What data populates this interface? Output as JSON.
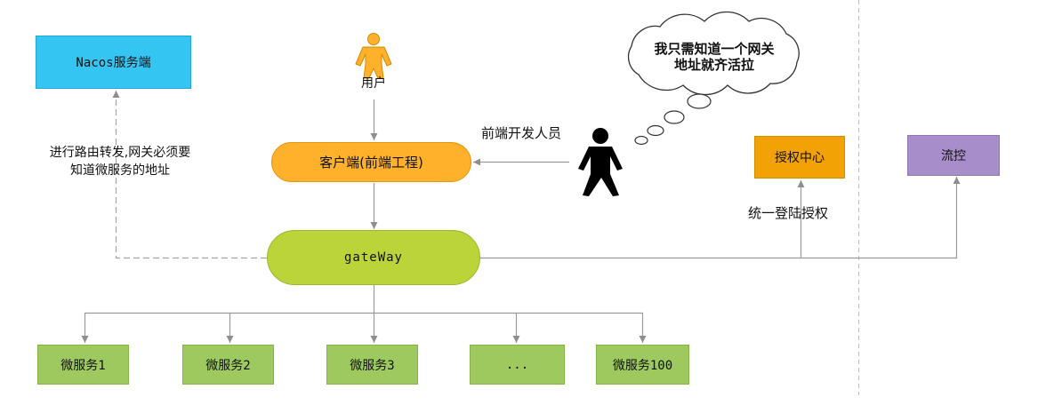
{
  "diagram": {
    "nacos": {
      "label": "Nacos服务端",
      "color": "#35C5F2"
    },
    "user": {
      "label": "用户",
      "icon": "user-person-icon",
      "color": "#FFB12C"
    },
    "client": {
      "label": "客户端(前端工程)",
      "color": "#FFB12C"
    },
    "developer": {
      "label": "前端开发人员",
      "icon": "developer-person-icon",
      "color": "#000000"
    },
    "thought_bubble": {
      "icon": "thought-cloud-icon",
      "lines": [
        "我只需知道一个网关",
        "地址就齐活拉"
      ]
    },
    "routing_note": {
      "lines": [
        "进行路由转发,网关必须要",
        "知道微服务的地址"
      ]
    },
    "gateway": {
      "label": "gateWay",
      "color": "#BAD43A"
    },
    "auth_center": {
      "label": "授权中心",
      "note": "统一登陆授权",
      "color": "#F2A204"
    },
    "flow_control": {
      "label": "流控",
      "color": "#A78ECB"
    },
    "microservices": {
      "color": "#9DC95E",
      "items": [
        {
          "label": "微服务1"
        },
        {
          "label": "微服务2"
        },
        {
          "label": "微服务3"
        },
        {
          "label": "..."
        },
        {
          "label": "微服务100"
        }
      ]
    }
  }
}
